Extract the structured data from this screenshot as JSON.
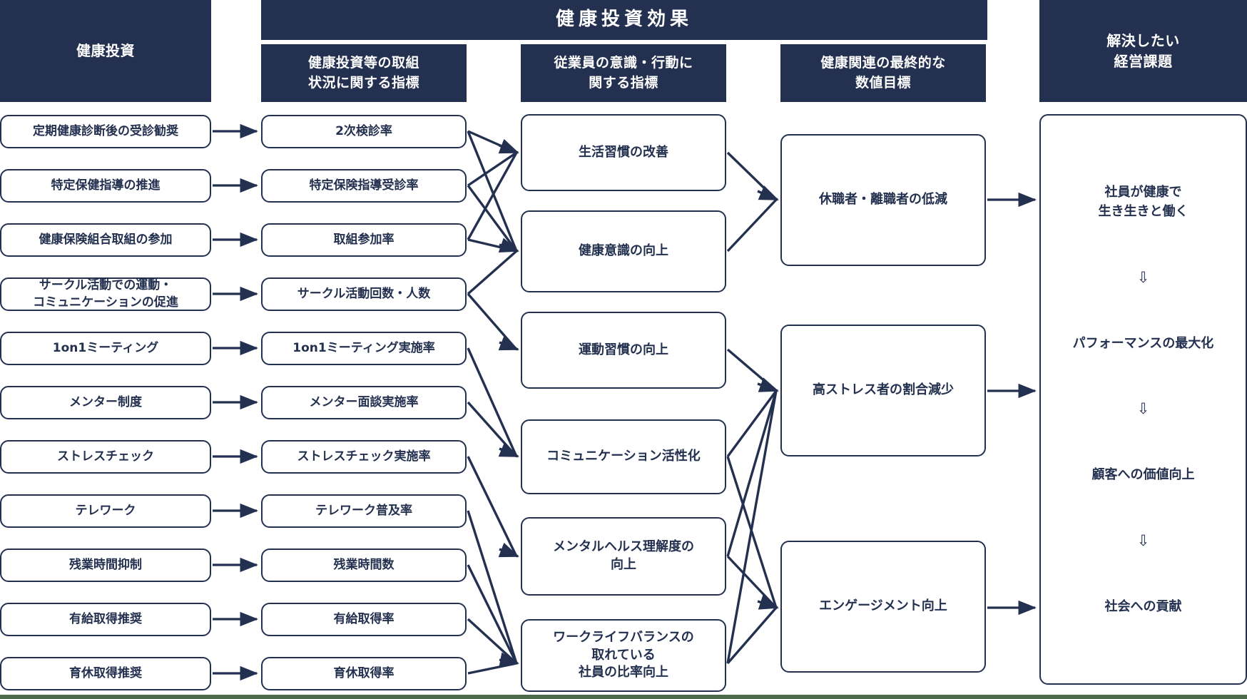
{
  "headers": {
    "investment": "健康投資",
    "effect": "健康投資効果",
    "kpi_activity": "健康投資等の取組\n状況に関する指標",
    "kpi_awareness": "従業員の意識・行動に\n関する指標",
    "kpi_final": "健康関連の最終的な\n数値目標",
    "issue": "解決したい\n経営課題"
  },
  "investments": [
    {
      "label": "定期健康診断後の受診勧奨"
    },
    {
      "label": "特定保健指導の推進"
    },
    {
      "label": "健康保険組合取組の参加"
    },
    {
      "label": "サークル活動での運動・\nコミュニケーションの促進"
    },
    {
      "label": "1on1ミーティング"
    },
    {
      "label": "メンター制度"
    },
    {
      "label": "ストレスチェック"
    },
    {
      "label": "テレワーク"
    },
    {
      "label": "残業時間抑制"
    },
    {
      "label": "有給取得推奨"
    },
    {
      "label": "育休取得推奨"
    }
  ],
  "activity_indicators": [
    {
      "label": "2次検診率"
    },
    {
      "label": "特定保険指導受診率"
    },
    {
      "label": "取組参加率"
    },
    {
      "label": "サークル活動回数・人数"
    },
    {
      "label": "1on1ミーティング実施率"
    },
    {
      "label": "メンター面談実施率"
    },
    {
      "label": "ストレスチェック実施率"
    },
    {
      "label": "テレワーク普及率"
    },
    {
      "label": "残業時間数"
    },
    {
      "label": "有給取得率"
    },
    {
      "label": "育休取得率"
    }
  ],
  "awareness_indicators": [
    {
      "label": "生活習慣の改善"
    },
    {
      "label": "健康意識の向上"
    },
    {
      "label": "運動習慣の向上"
    },
    {
      "label": "コミュニケーション活性化"
    },
    {
      "label": "メンタルヘルス理解度の\n向上"
    },
    {
      "label": "ワークライフバランスの\n取れている\n社員の比率向上"
    }
  ],
  "final_goals": [
    {
      "label": "休職者・離職者の低減"
    },
    {
      "label": "高ストレス者の割合減少"
    },
    {
      "label": "エンゲージメント向上"
    }
  ],
  "management_issues": [
    {
      "type": "text",
      "label": "社員が健康で\n生き生きと働く"
    },
    {
      "type": "arrow",
      "label": "⇩"
    },
    {
      "type": "text",
      "label": "パフォーマンスの最大化"
    },
    {
      "type": "arrow",
      "label": "⇩"
    },
    {
      "type": "text",
      "label": "顧客への価値向上"
    },
    {
      "type": "arrow",
      "label": "⇩"
    },
    {
      "type": "text",
      "label": "社会への貢献"
    }
  ],
  "colors": {
    "header_navy": "#23304F",
    "box_border": "#23304F",
    "text_navy": "#23304F",
    "background": "#ffffff",
    "bottom_rule_green": "#4a6a4a"
  }
}
